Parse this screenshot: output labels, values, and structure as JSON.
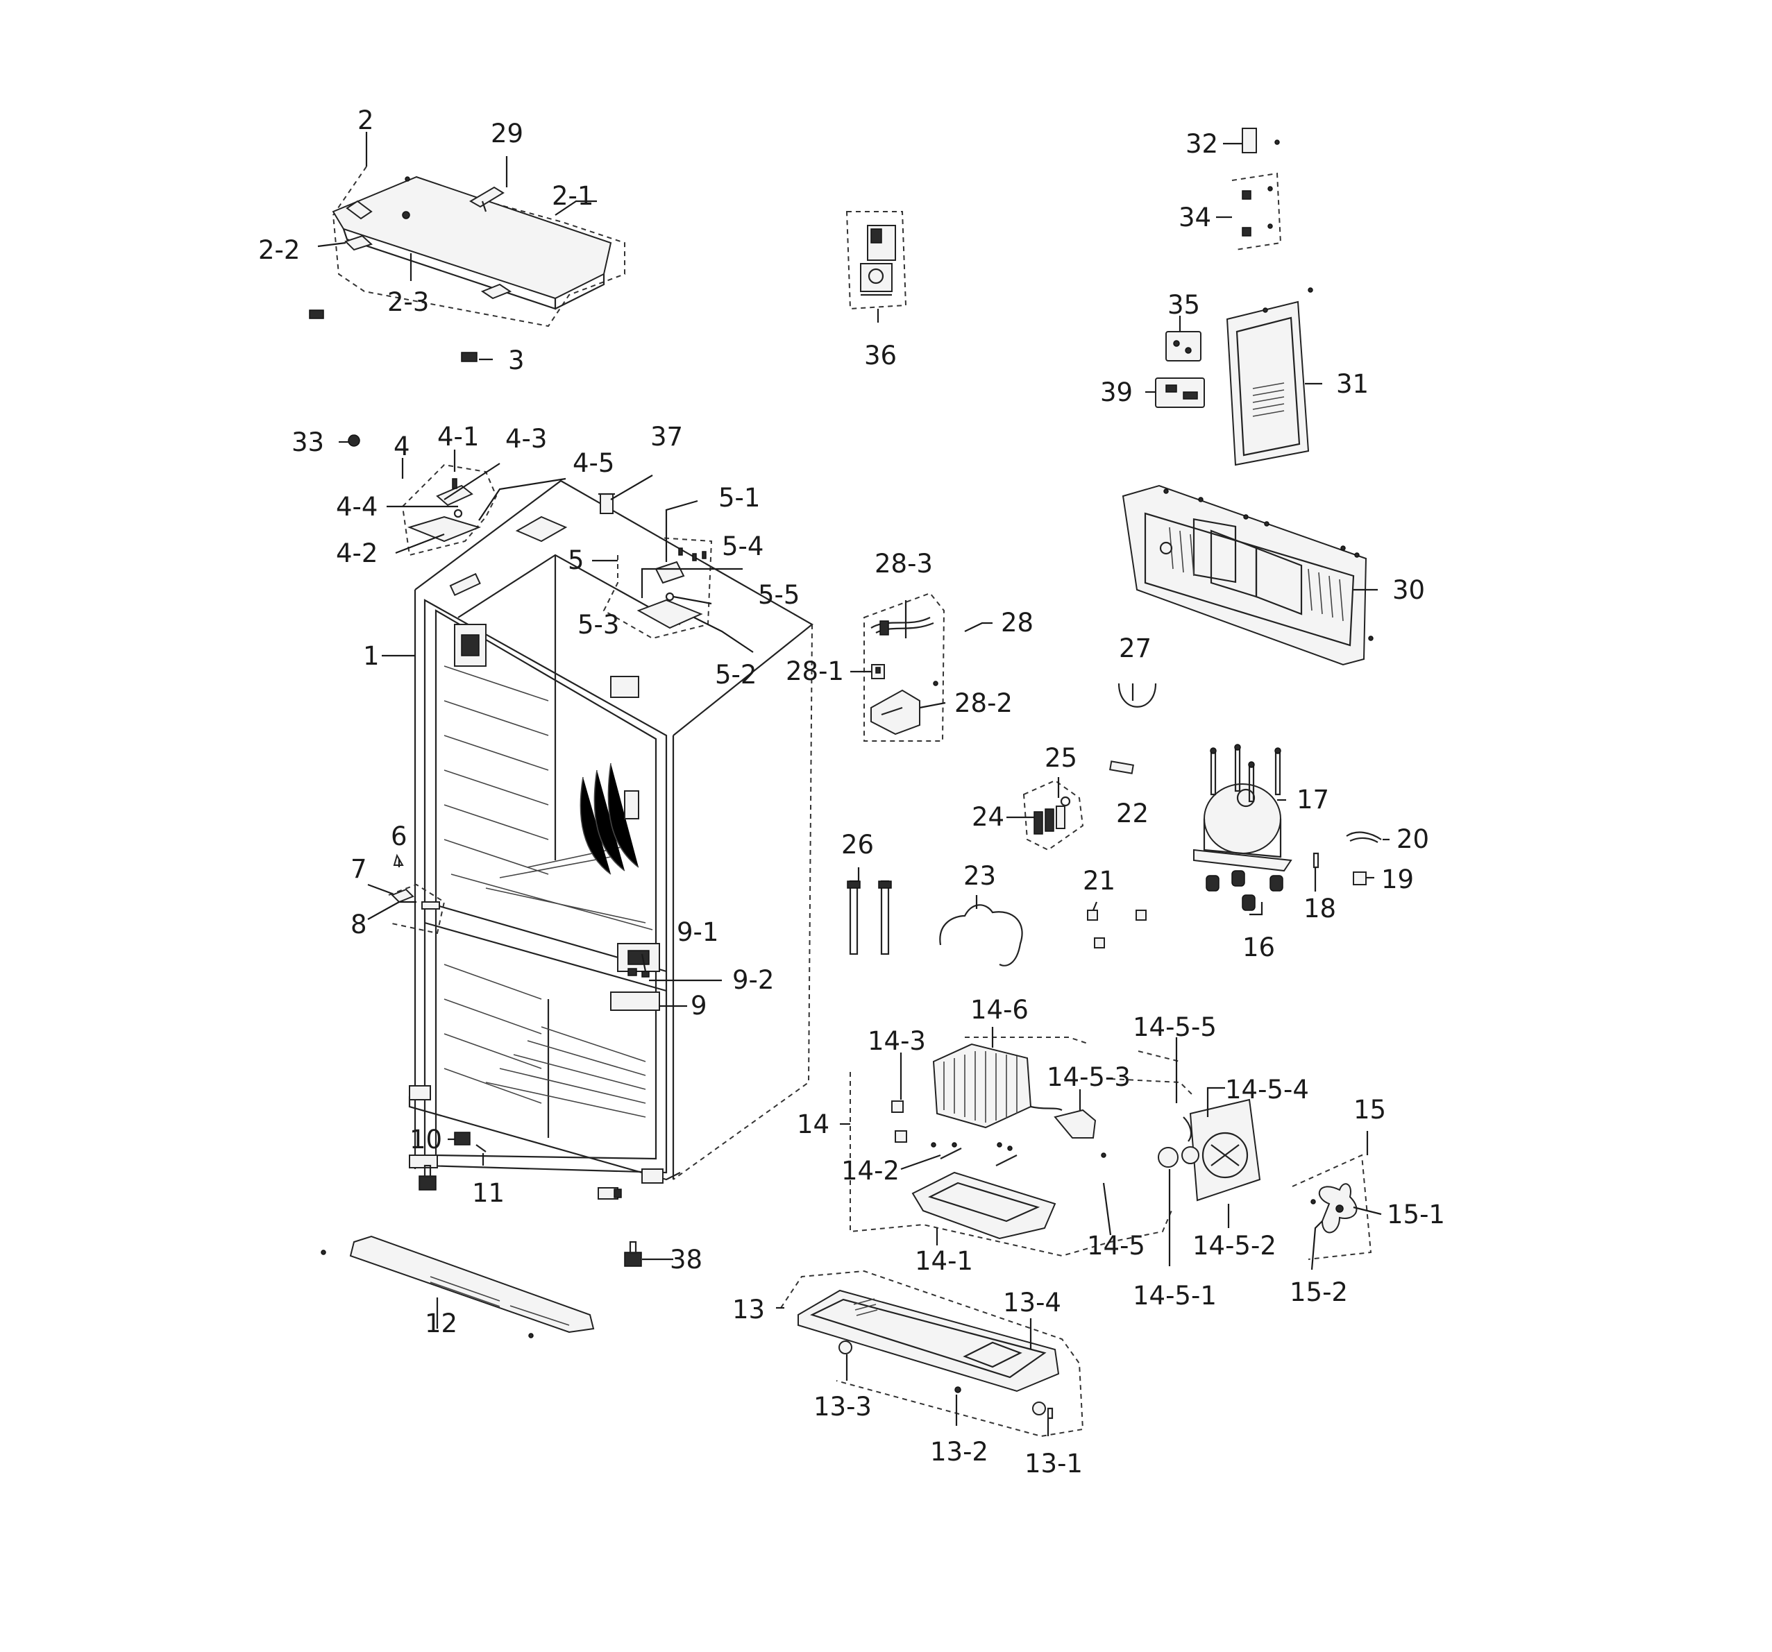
{
  "diagram": {
    "labels": {
      "p1": "1",
      "p2": "2",
      "p2_1": "2-1",
      "p2_2": "2-2",
      "p2_3": "2-3",
      "p3": "3",
      "p4": "4",
      "p4_1": "4-1",
      "p4_2": "4-2",
      "p4_3": "4-3",
      "p4_4": "4-4",
      "p4_5": "4-5",
      "p5": "5",
      "p5_1": "5-1",
      "p5_2": "5-2",
      "p5_3": "5-3",
      "p5_4": "5-4",
      "p5_5": "5-5",
      "p6": "6",
      "p7": "7",
      "p8": "8",
      "p9": "9",
      "p9_1": "9-1",
      "p9_2": "9-2",
      "p10": "10",
      "p11": "11",
      "p12": "12",
      "p13": "13",
      "p13_1": "13-1",
      "p13_2": "13-2",
      "p13_3": "13-3",
      "p13_4": "13-4",
      "p14": "14",
      "p14_1": "14-1",
      "p14_2": "14-2",
      "p14_3": "14-3",
      "p14_5": "14-5",
      "p14_5_1": "14-5-1",
      "p14_5_2": "14-5-2",
      "p14_5_3": "14-5-3",
      "p14_5_4": "14-5-4",
      "p14_5_5": "14-5-5",
      "p14_6": "14-6",
      "p15": "15",
      "p15_1": "15-1",
      "p15_2": "15-2",
      "p16": "16",
      "p17": "17",
      "p18": "18",
      "p19": "19",
      "p20": "20",
      "p21": "21",
      "p22": "22",
      "p23": "23",
      "p24": "24",
      "p25": "25",
      "p26": "26",
      "p27": "27",
      "p28": "28",
      "p28_1": "28-1",
      "p28_2": "28-2",
      "p28_3": "28-3",
      "p29": "29",
      "p30": "30",
      "p31": "31",
      "p32": "32",
      "p33": "33",
      "p34": "34",
      "p35": "35",
      "p36": "36",
      "p37": "37",
      "p38": "38",
      "p39": "39"
    }
  }
}
